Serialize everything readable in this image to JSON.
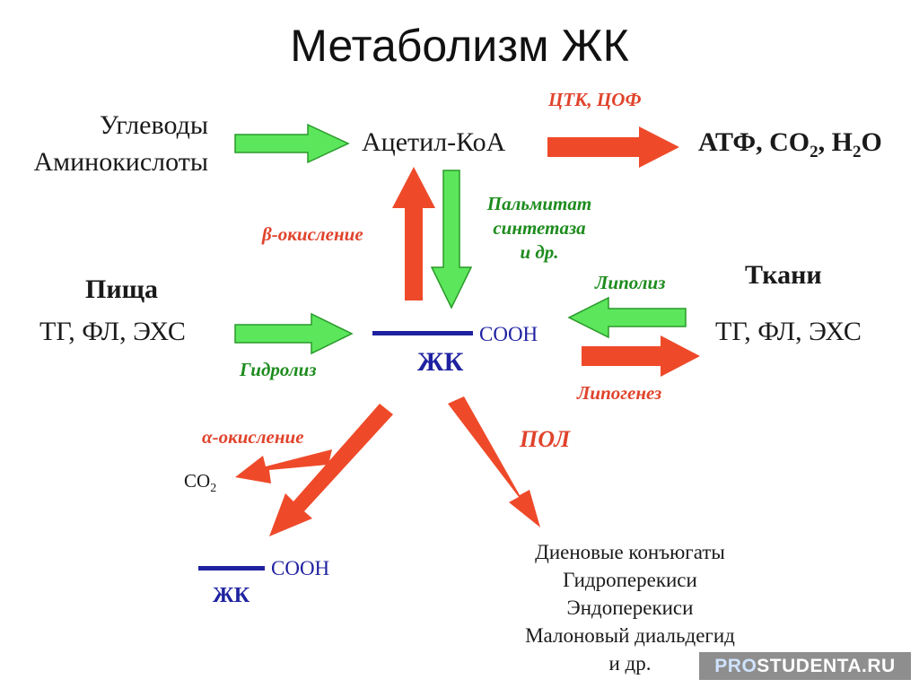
{
  "title": "Метаболизм ЖК",
  "sources": {
    "carbs": "Углеводы",
    "aminoacids": "Аминокислоты",
    "food": "Пища",
    "food_lipids": "ТГ, ФЛ, ЭХС",
    "tissues": "Ткани",
    "tissue_lipids": "ТГ, ФЛ, ЭХС"
  },
  "nodes": {
    "acetyl_coa": "Ацетил-КоА",
    "atp": "АТФ, СО",
    "atp_sub": "2",
    "atp_tail": ", Н",
    "water_sub": "2",
    "water_tail": "О",
    "fa_center_cooh": "COOH",
    "fa_center_label": "ЖК",
    "co2": "CO",
    "co2_sub": "2",
    "fa_short_cooh": "COOH",
    "fa_short_label": "ЖК"
  },
  "process_labels": {
    "ctk": "ЦТК, ЦОФ",
    "beta_oxidation": "β-окисление",
    "palmitate_line1": "Пальмитат",
    "palmitate_line2": "синтетаза",
    "palmitate_line3": "и др.",
    "lipolysis": "Липолиз",
    "hydrolysis": "Гидролиз",
    "lipogenesis": "Липогенез",
    "alpha_oxidation": "α-окисление",
    "pol": "ПОЛ"
  },
  "products": [
    "Диеновые конъюгаты",
    "Гидроперекиси",
    "Эндоперекиси",
    "Малоновый диальдегид",
    "и др."
  ],
  "watermark": {
    "part1": "PRO",
    "part2": "STUDENTA.RU"
  },
  "colors": {
    "green": "#5ce65c",
    "green_stroke": "#2a9a2a",
    "red": "#ee4a2a",
    "blue": "#1f22a0"
  }
}
